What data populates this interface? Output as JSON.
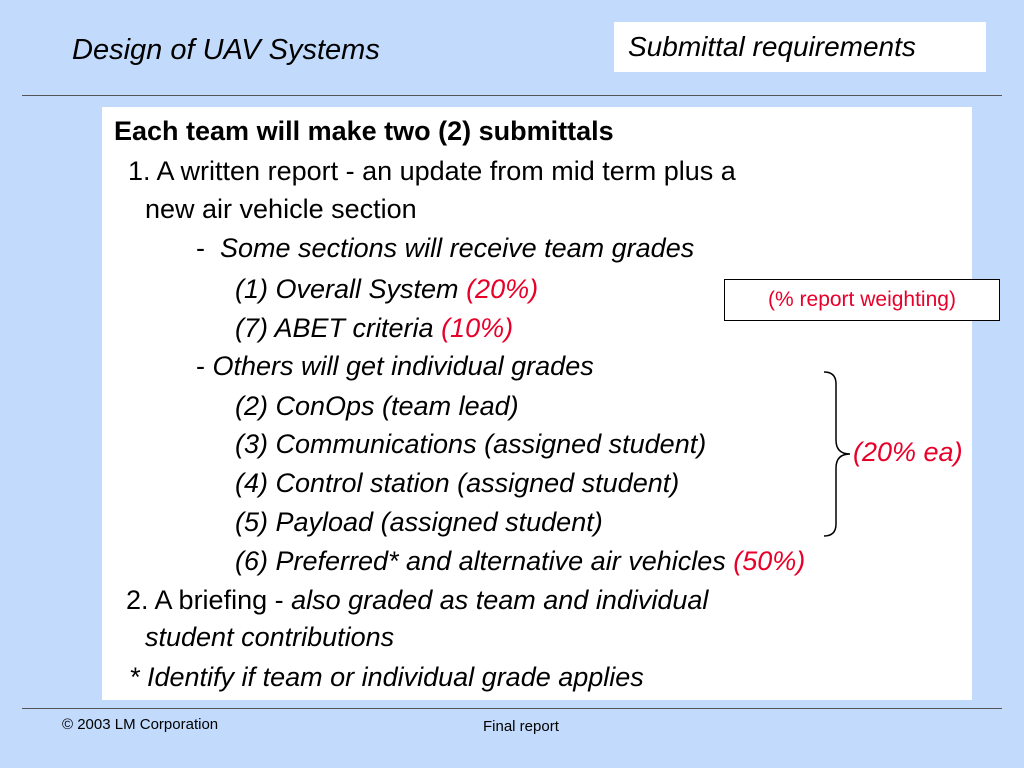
{
  "header": {
    "title": "Design of UAV Systems",
    "section": "Submittal requirements"
  },
  "content": {
    "heading": "Each team will make two (2) submittals",
    "item1_line1": "1. A written report - an update from mid term plus a",
    "item1_line2": "new air vehicle section",
    "team_dash": "-",
    "team_text": "Some sections will receive team grades",
    "s1_text": "(1) Overall System",
    "s1_pct": "(20%)",
    "s7_text": "(7) ABET criteria",
    "s7_pct": "(10%)",
    "indiv_dash": "-",
    "indiv_text": "Others will get individual grades",
    "s2": "(2) ConOps (team lead)",
    "s3": "(3) Communications (assigned student)",
    "s4": "(4) Control station (assigned student)",
    "s5": "(5) Payload (assigned student)",
    "s6_text": "(6) Preferred* and alternative air vehicles",
    "s6_pct": "(50%)",
    "item2_prefix": "2. A briefing -",
    "item2_italic": "also graded as team and individual",
    "item2_line2": "student  contributions",
    "footnote": "* Identify if team or individual grade applies"
  },
  "annotations": {
    "weighting": "(% report weighting)",
    "each": "(20% ea)"
  },
  "footer": {
    "copyright": "©  2003 LM Corporation",
    "center": "Final report"
  }
}
